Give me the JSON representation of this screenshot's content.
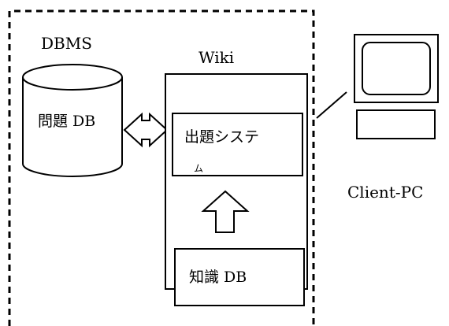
{
  "labels": {
    "dbms": "DBMS",
    "wiki": "Wiki",
    "question_db": "問題 DB",
    "question_system_line1": "出題システ",
    "question_system_line2": "ム",
    "knowledge_db": "知識 DB",
    "client_pc": "Client-PC"
  }
}
